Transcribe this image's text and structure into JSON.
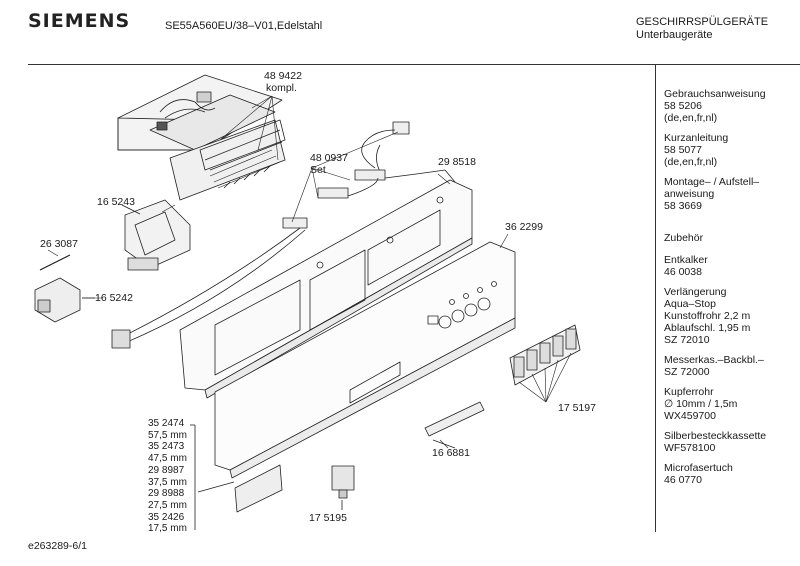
{
  "header": {
    "brand": "SIEMENS",
    "model": "SE55A560EU/38–V01,Edelstahl",
    "category_line1": "GESCHIRRSPÜLGERÄTE",
    "category_line2": "Unterbaugeräte"
  },
  "parts": {
    "p489422": "48 9422",
    "kompl": "kompl.",
    "p480937": "48 0937",
    "set": "Set",
    "p298518": "29 8518",
    "p165243": "16 5243",
    "p263087": "26 3087",
    "p165242": "16 5242",
    "p362299": "36 2299",
    "p175197": "17 5197",
    "p166881": "16 6881",
    "p175195": "17 5195"
  },
  "stack_list": [
    "35 2474",
    "57,5 mm",
    "35 2473",
    "47,5 mm",
    "29 8987",
    "37,5 mm",
    "29 8988",
    "27,5 mm",
    "35 2426",
    "17,5 mm"
  ],
  "sidebar": [
    [
      "Gebrauchsanweisung",
      "58 5206",
      "(de,en,fr,nl)"
    ],
    [
      "Kurzanleitung",
      "58 5077",
      "(de,en,fr,nl)"
    ],
    [
      "Montage– / Aufstell–",
      "anweisung",
      "58 3669"
    ],
    [
      "Zubehör"
    ],
    [
      "Entkalker",
      "46 0038"
    ],
    [
      "Verlängerung",
      "Aqua–Stop",
      "Kunstoffrohr 2,2 m",
      "Ablaufschl. 1,95 m",
      "SZ 72010"
    ],
    [
      "Messerkas.–Backbl.–",
      "SZ 72000"
    ],
    [
      "Kupferrohr",
      "∅ 10mm / 1,5m",
      "WX459700"
    ],
    [
      "Silberbesteckkassette",
      "WF578100"
    ],
    [
      "Microfasertuch",
      "46 0770"
    ]
  ],
  "footer": {
    "drawing_id": "e263289-6/1"
  }
}
